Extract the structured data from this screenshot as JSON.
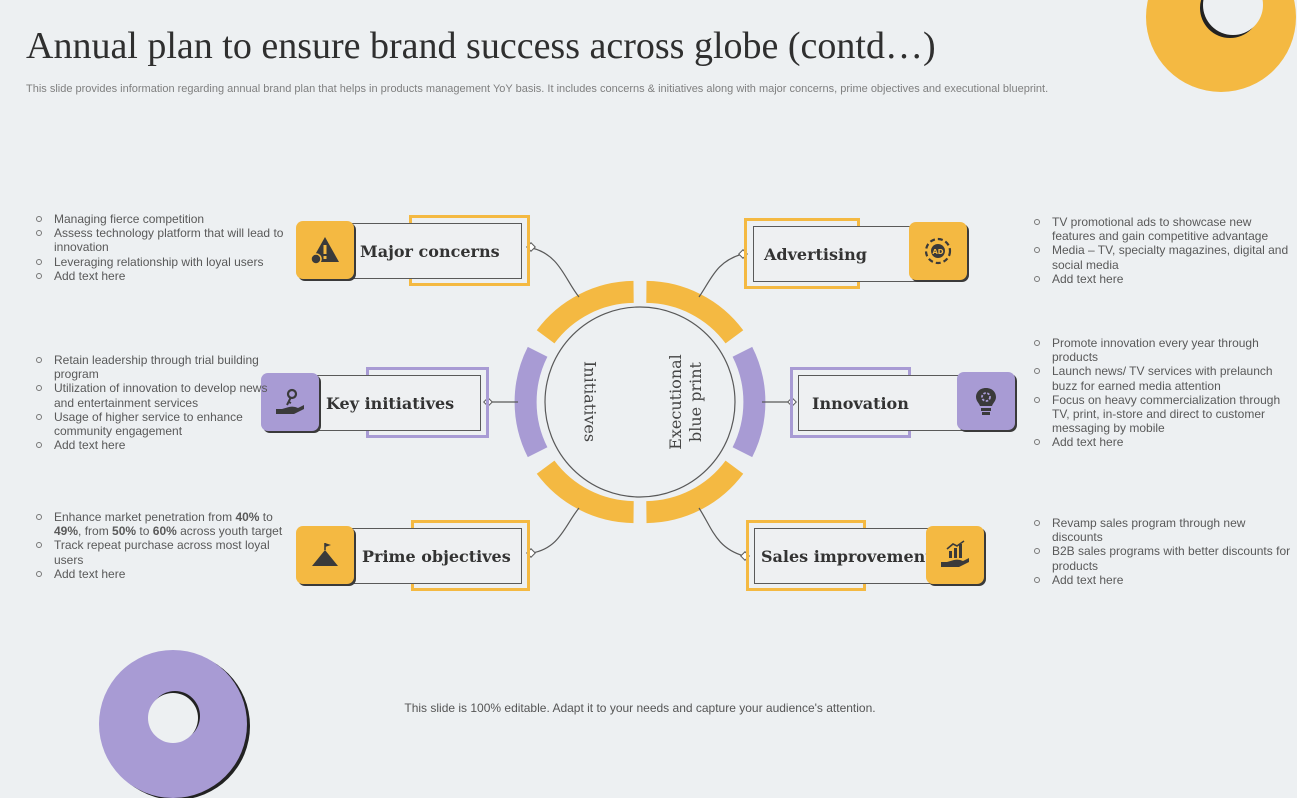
{
  "title": "Annual plan to ensure brand success across globe (contd…)",
  "subtitle": "This slide provides information regarding annual brand plan that helps in products management YoY basis. It includes concerns & initiatives along with major concerns, prime objectives and executional blueprint.",
  "footer": "This slide is 100% editable. Adapt it to your needs and capture your audience's attention.",
  "colors": {
    "yellow": "#f4b942",
    "purple": "#a89bd4",
    "background": "#edf0f2"
  },
  "center": {
    "left_label": "Initiatives",
    "right_label_line1": "Executional",
    "right_label_line2": "blue print"
  },
  "left": [
    {
      "label": "Major concerns",
      "icon": "warning-gears-icon",
      "accent": "yellow",
      "points": [
        "Managing fierce competition",
        "Assess technology platform that will lead to innovation",
        "Leveraging relationship with loyal users",
        "Add text here"
      ]
    },
    {
      "label": "Key initiatives",
      "icon": "hand-key-icon",
      "accent": "purple",
      "points": [
        "Retain leadership through trial building program",
        "Utilization of innovation to develop news and entertainment services",
        "Usage of higher service to enhance community engagement",
        "Add text here"
      ]
    },
    {
      "label": "Prime objectives",
      "icon": "mountain-flag-icon",
      "accent": "yellow",
      "points": [
        "Enhance market penetration from 40% to 49%, from 50% to 60% across youth target",
        "Track repeat purchase across most loyal users",
        "Add text here"
      ]
    }
  ],
  "right": [
    {
      "label": "Advertising",
      "icon": "ad-gear-icon",
      "accent": "yellow",
      "points": [
        "TV promotional ads to showcase new features and gain competitive advantage",
        "Media – TV, specialty magazines, digital and social media",
        "Add text here"
      ]
    },
    {
      "label": "Innovation",
      "icon": "lightbulb-gear-icon",
      "accent": "purple",
      "points": [
        "Promote innovation every year through products",
        "Launch news/ TV services with prelaunch buzz for earned media attention",
        "Focus on heavy commercialization through TV, print, in-store and direct to customer messaging by mobile",
        "Add text here"
      ]
    },
    {
      "label": "Sales improvement",
      "icon": "hand-growth-chart-icon",
      "accent": "yellow",
      "points": [
        "Revamp sales program through new discounts",
        "B2B sales programs with better discounts for products",
        "Add text here"
      ]
    }
  ]
}
